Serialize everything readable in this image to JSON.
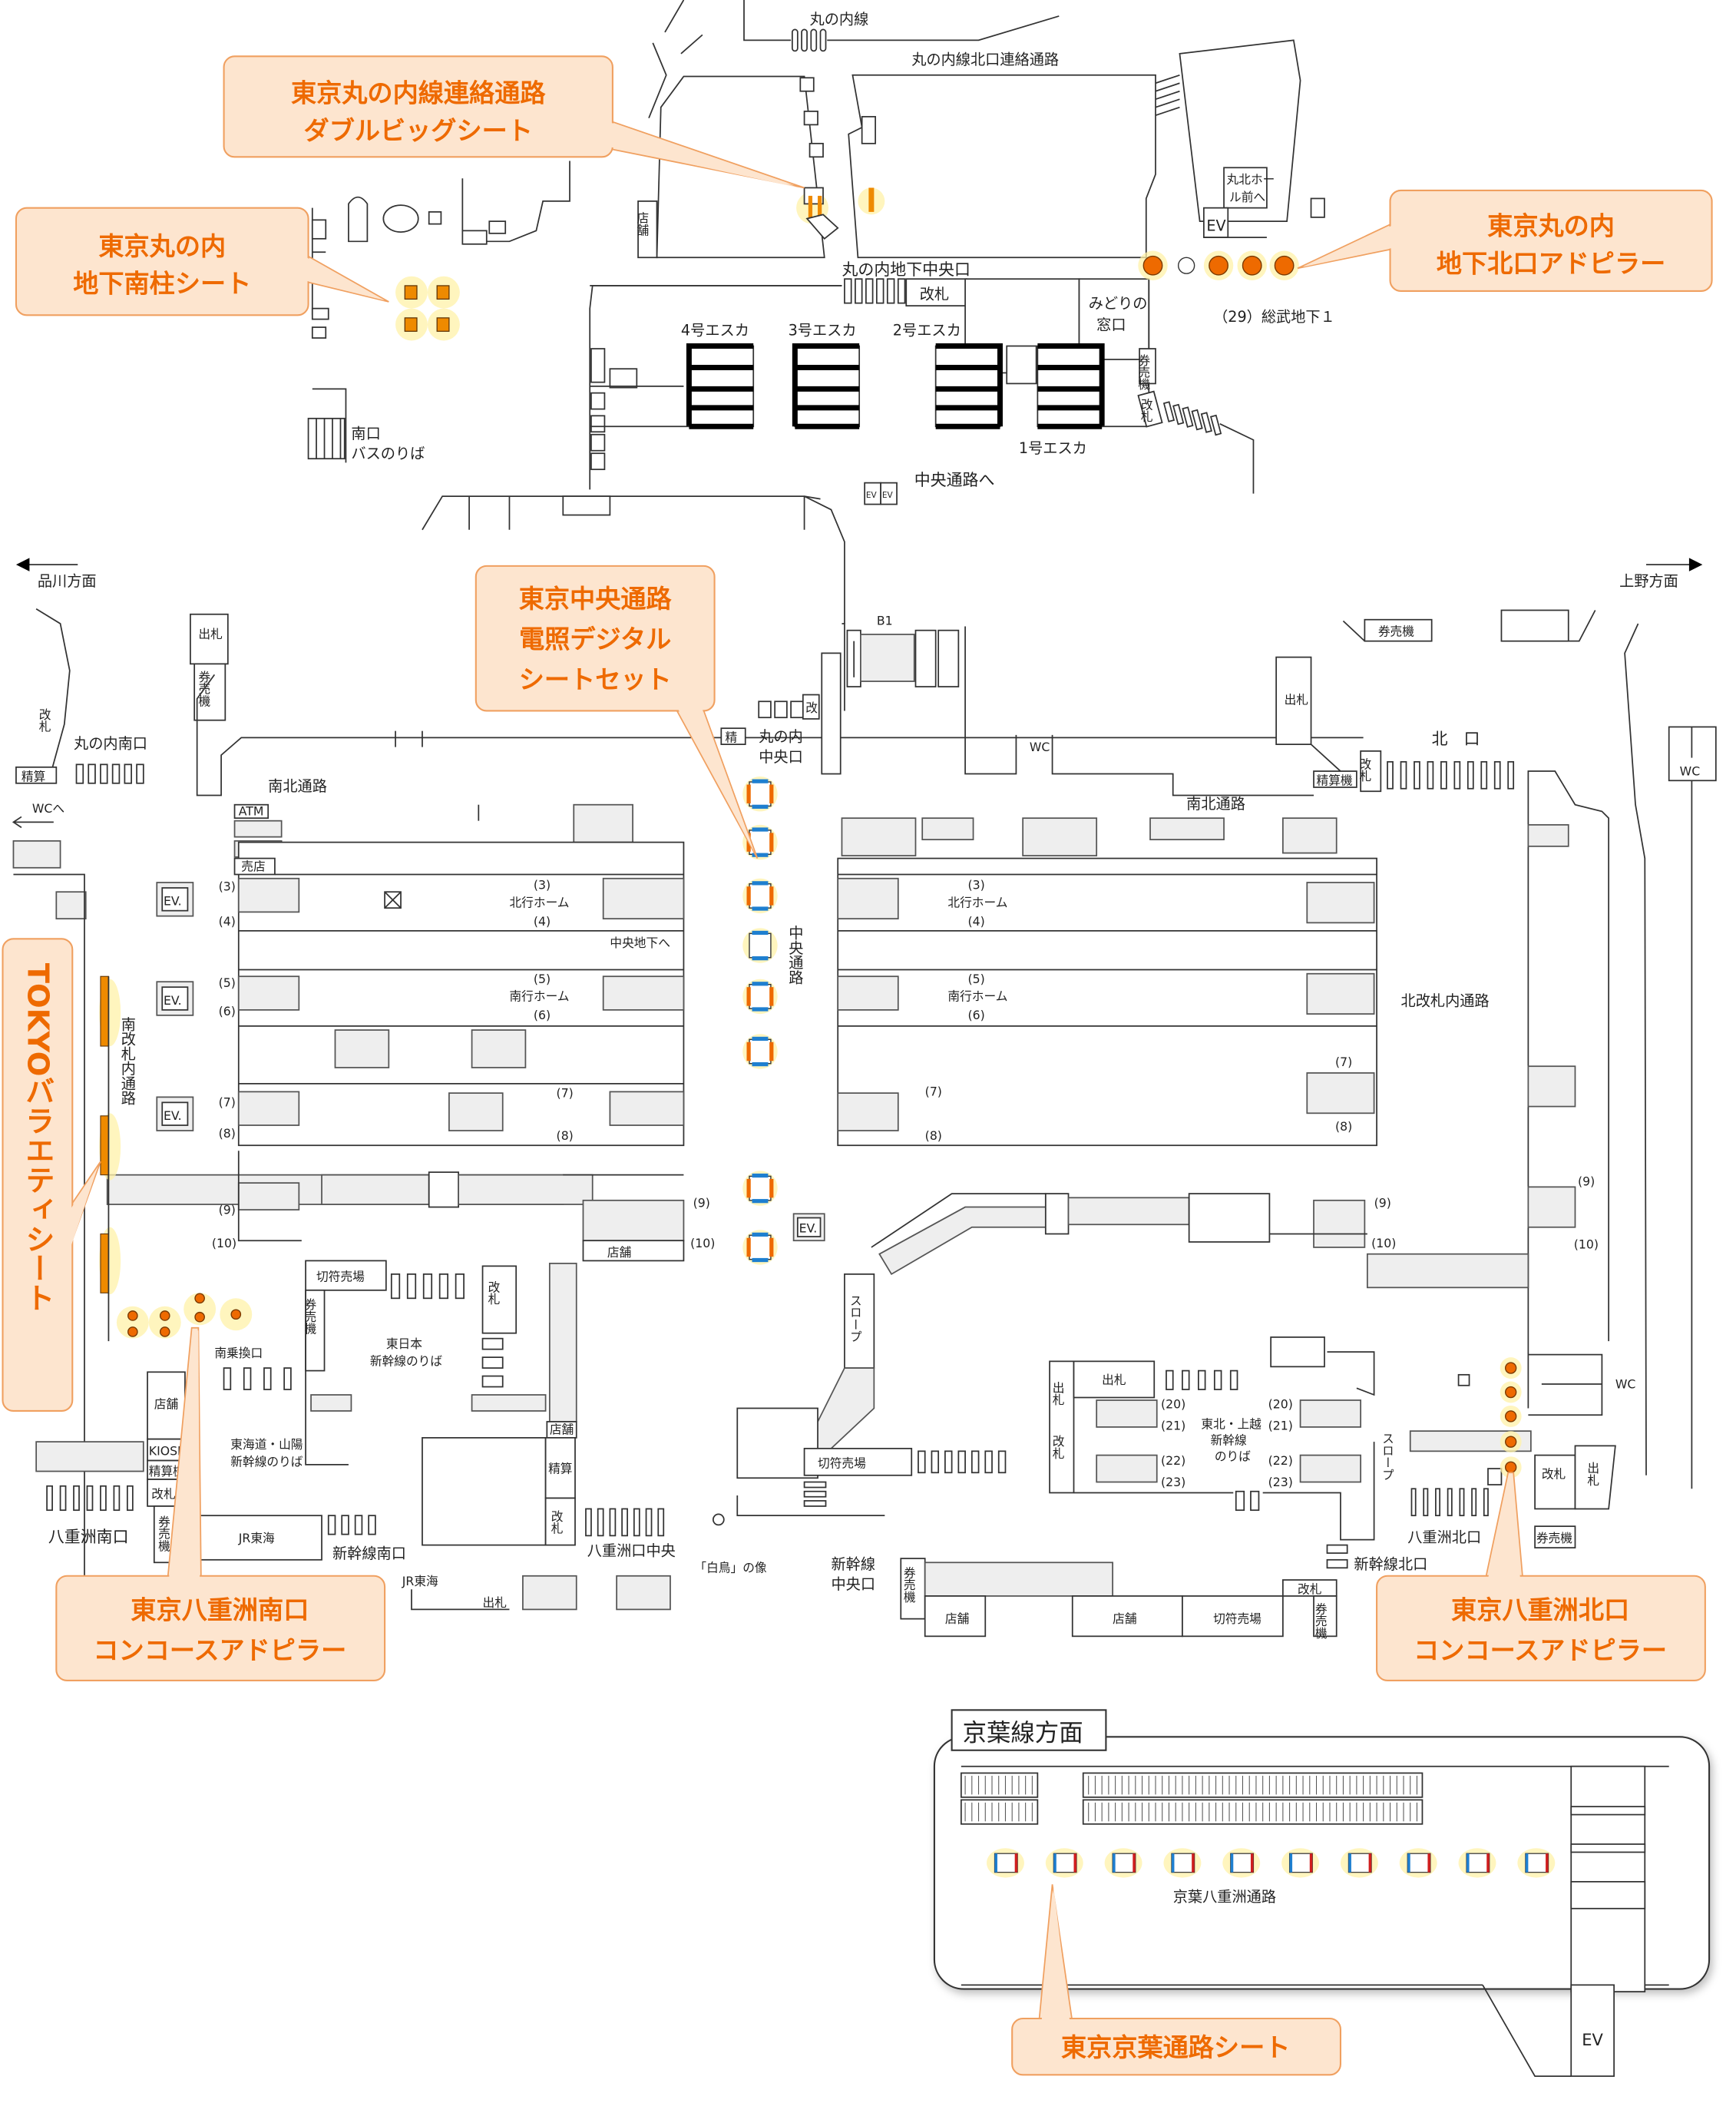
{
  "directions": {
    "left": "品川方面",
    "right": "上野方面"
  },
  "callouts": {
    "marunouchi_renraku": [
      "東京丸の内線連絡通路",
      "ダブルビッグシート"
    ],
    "marunouchi_south_pillar": [
      "東京丸の内",
      "地下南柱シート"
    ],
    "marunouchi_north_pillar": [
      "東京丸の内",
      "地下北口アドピラー"
    ],
    "central_digital": [
      "東京中央通路",
      "電照デジタル",
      "シートセット"
    ],
    "tokyo_variety": "TOKYOバラエティシート",
    "yaesu_south": [
      "東京八重洲南口",
      "コンコースアドピラー"
    ],
    "yaesu_north": [
      "東京八重洲北口",
      "コンコースアドピラー"
    ],
    "keiyo": "東京京葉通路シート"
  },
  "labels": {
    "marunouchi_line": "丸の内線",
    "marunouchi_north_link": "丸の内線北口連絡通路",
    "shop": "店舗",
    "maru_north_home": [
      "丸北ホー",
      "ル前へ"
    ],
    "ev": "EV",
    "ev_dot": "EV.",
    "maru_chika_central": "丸の内地下中央口",
    "kaisatsu": "改札",
    "midori": [
      "みどりの",
      "窓口"
    ],
    "sobu": "（29）総武地下１",
    "esca4": "4号エスカ",
    "esca3": "3号エスカ",
    "esca2": "2号エスカ",
    "esca1": "1号エスカ",
    "ticket_machine": "券売機",
    "kaisatsu_v": "改札",
    "south_exit": "南口",
    "bus": "バスのりば",
    "to_central": "中央通路へ",
    "b1": "B1",
    "demotsu": "出札",
    "marunouchi_south": "丸の内南口",
    "seisan": "精算",
    "seisanki": "精算機",
    "wc_to": "WCへ",
    "wc": "WC",
    "atm": "ATM",
    "baiten": "売店",
    "nanboku": "南北通路",
    "sei": "精",
    "kai": "改",
    "maru_central": [
      "丸の内",
      "中央口"
    ],
    "central_passage_v": "中央通路",
    "north_exit": "北　口",
    "north_gate_passage": "北改札内通路",
    "south_gate_passage_v": "南改札内通路",
    "northbound": "北行ホーム",
    "southbound": "南行ホーム",
    "chuo_chika": "中央地下へ",
    "tracks": [
      "(3)",
      "(4)",
      "(5)",
      "(6)",
      "(7)",
      "(8)",
      "(9)",
      "(10)"
    ],
    "shin_tracks": [
      "(20)",
      "(21)",
      "(22)",
      "(23)"
    ],
    "kippu": "切符売場",
    "east_shinkansen": [
      "東日本",
      "新幹線のりば"
    ],
    "tokaido": [
      "東海道・山陽",
      "新幹線のりば"
    ],
    "minami_norikae": "南乗換口",
    "kiosk": "KIOSK",
    "jr_tokai": "JR東海",
    "yaesu_south": "八重洲南口",
    "shinkansen_south": "新幹線南口",
    "yaesu_central": "八重洲口中央",
    "hakucho": "「白鳥」の像",
    "shinkansen_central": [
      "新幹線",
      "中央口"
    ],
    "slope": "スロープ",
    "tohoku": [
      "東北・上越",
      "新幹線",
      "のりば"
    ],
    "yaesu_north": "八重洲北口",
    "shinkansen_north": "新幹線北口",
    "keiyo_direction": "京葉線方面",
    "keiyo_passage": "京葉八重洲通路"
  },
  "colors": {
    "accent": "#ee6a00",
    "callout_fill": "#fde5cf",
    "callout_border": "#f0a060",
    "glow": "#fff2a8",
    "panel_blue": "#1e7fd0",
    "panel_red": "#d01e1e"
  }
}
